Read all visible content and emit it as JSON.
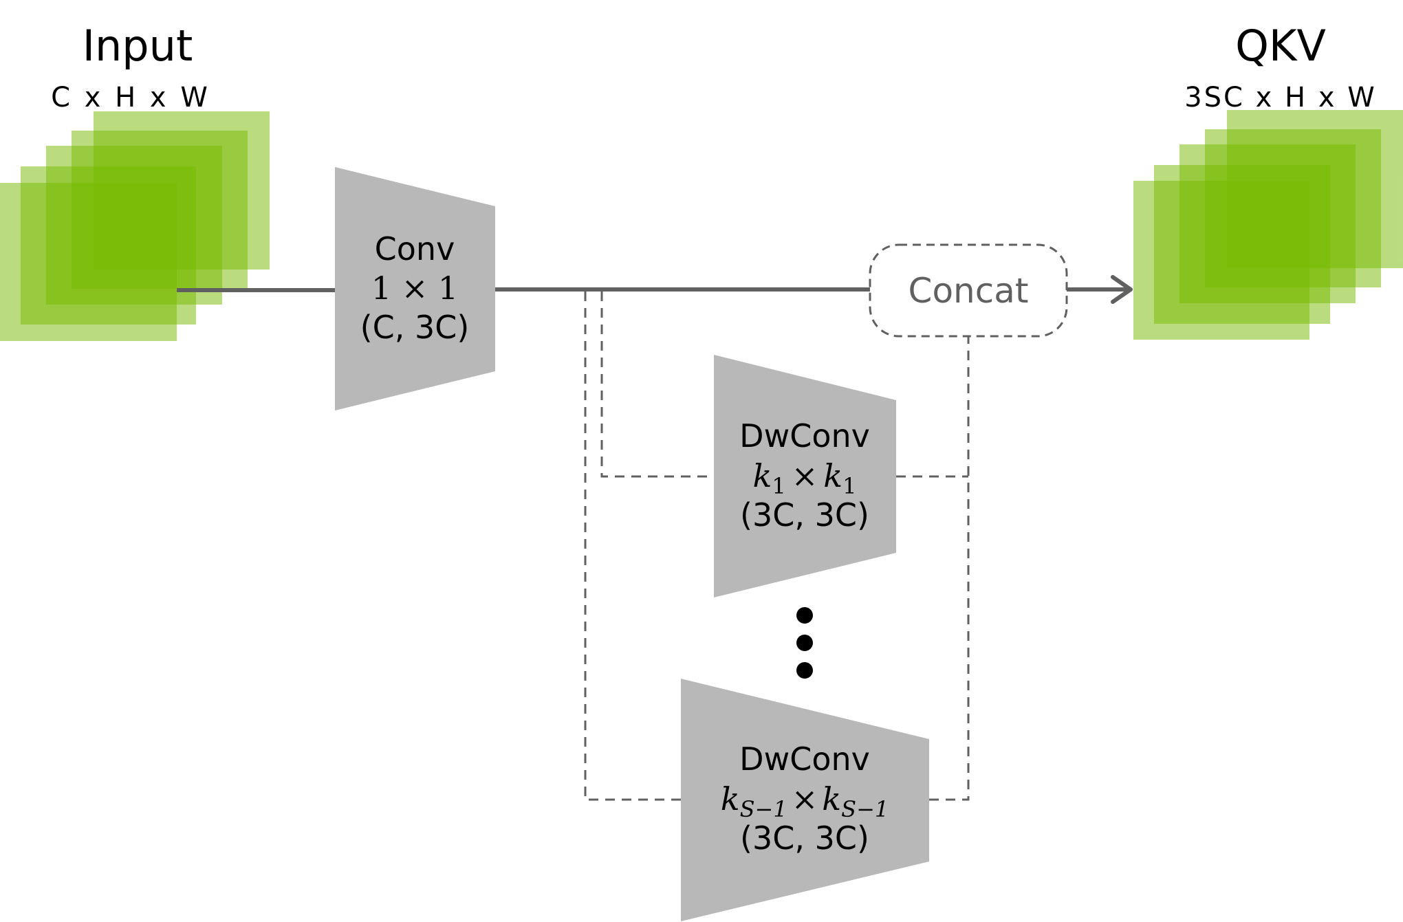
{
  "input": {
    "title": "Input",
    "shape": "C x H x W"
  },
  "output": {
    "title": "QKV",
    "shape": "3SC x H x W"
  },
  "conv": {
    "name": "Conv",
    "kernel": "1 × 1",
    "channels": "(C, 3C)"
  },
  "dwconv_first": {
    "name": "DwConv",
    "kernel_k": "k",
    "kernel_sub": "1",
    "times": "×",
    "channels": "(3C, 3C)"
  },
  "dwconv_last": {
    "name": "DwConv",
    "kernel_k": "k",
    "kernel_sub": "S−1",
    "times": "×",
    "channels": "(3C, 3C)"
  },
  "concat": {
    "label": "Concat"
  },
  "ellipsis": "vertical-ellipsis",
  "colors": {
    "feature_map": "#76b900",
    "block_fill": "#b8b8b8",
    "line": "#606060",
    "concat_text": "#606060"
  }
}
